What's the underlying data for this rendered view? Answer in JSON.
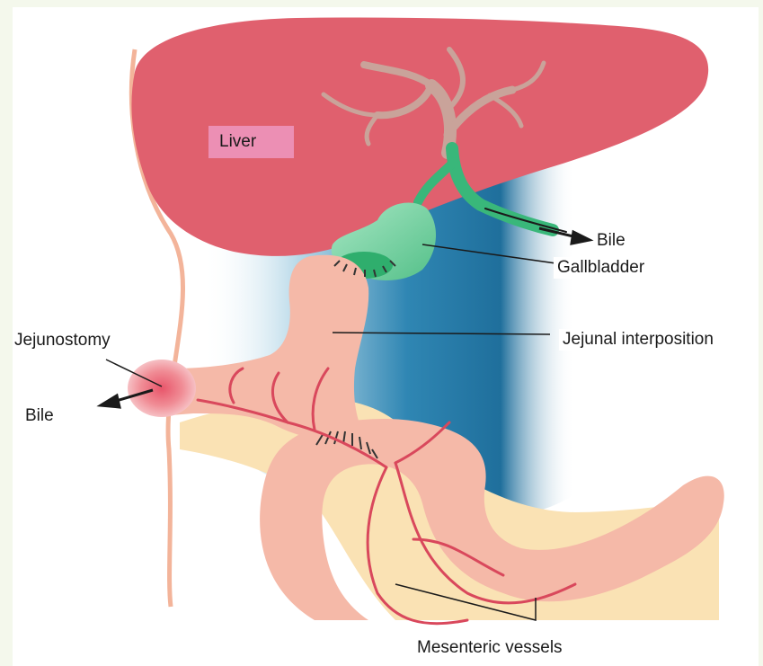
{
  "labels": {
    "liver": "Liver",
    "bile_right": "Bile",
    "gallbladder": "Gallbladder",
    "jejunostomy": "Jejunostomy",
    "jejunal_interposition": "Jejunal interposition",
    "bile_left": "Bile",
    "mesenteric_vessels": "Mesenteric vessels"
  },
  "colors": {
    "liver": "#e0606e",
    "liver_vessels": "#c9a39a",
    "bile_duct_green": "#39b77a",
    "gallbladder_green": "#8fdcb0",
    "jejunum": "#f5b9a8",
    "mesentery": "#fae2b4",
    "background_blue": "#1d6e9a",
    "vessel_red": "#d9485c",
    "body_wall": "#f3b49a"
  }
}
